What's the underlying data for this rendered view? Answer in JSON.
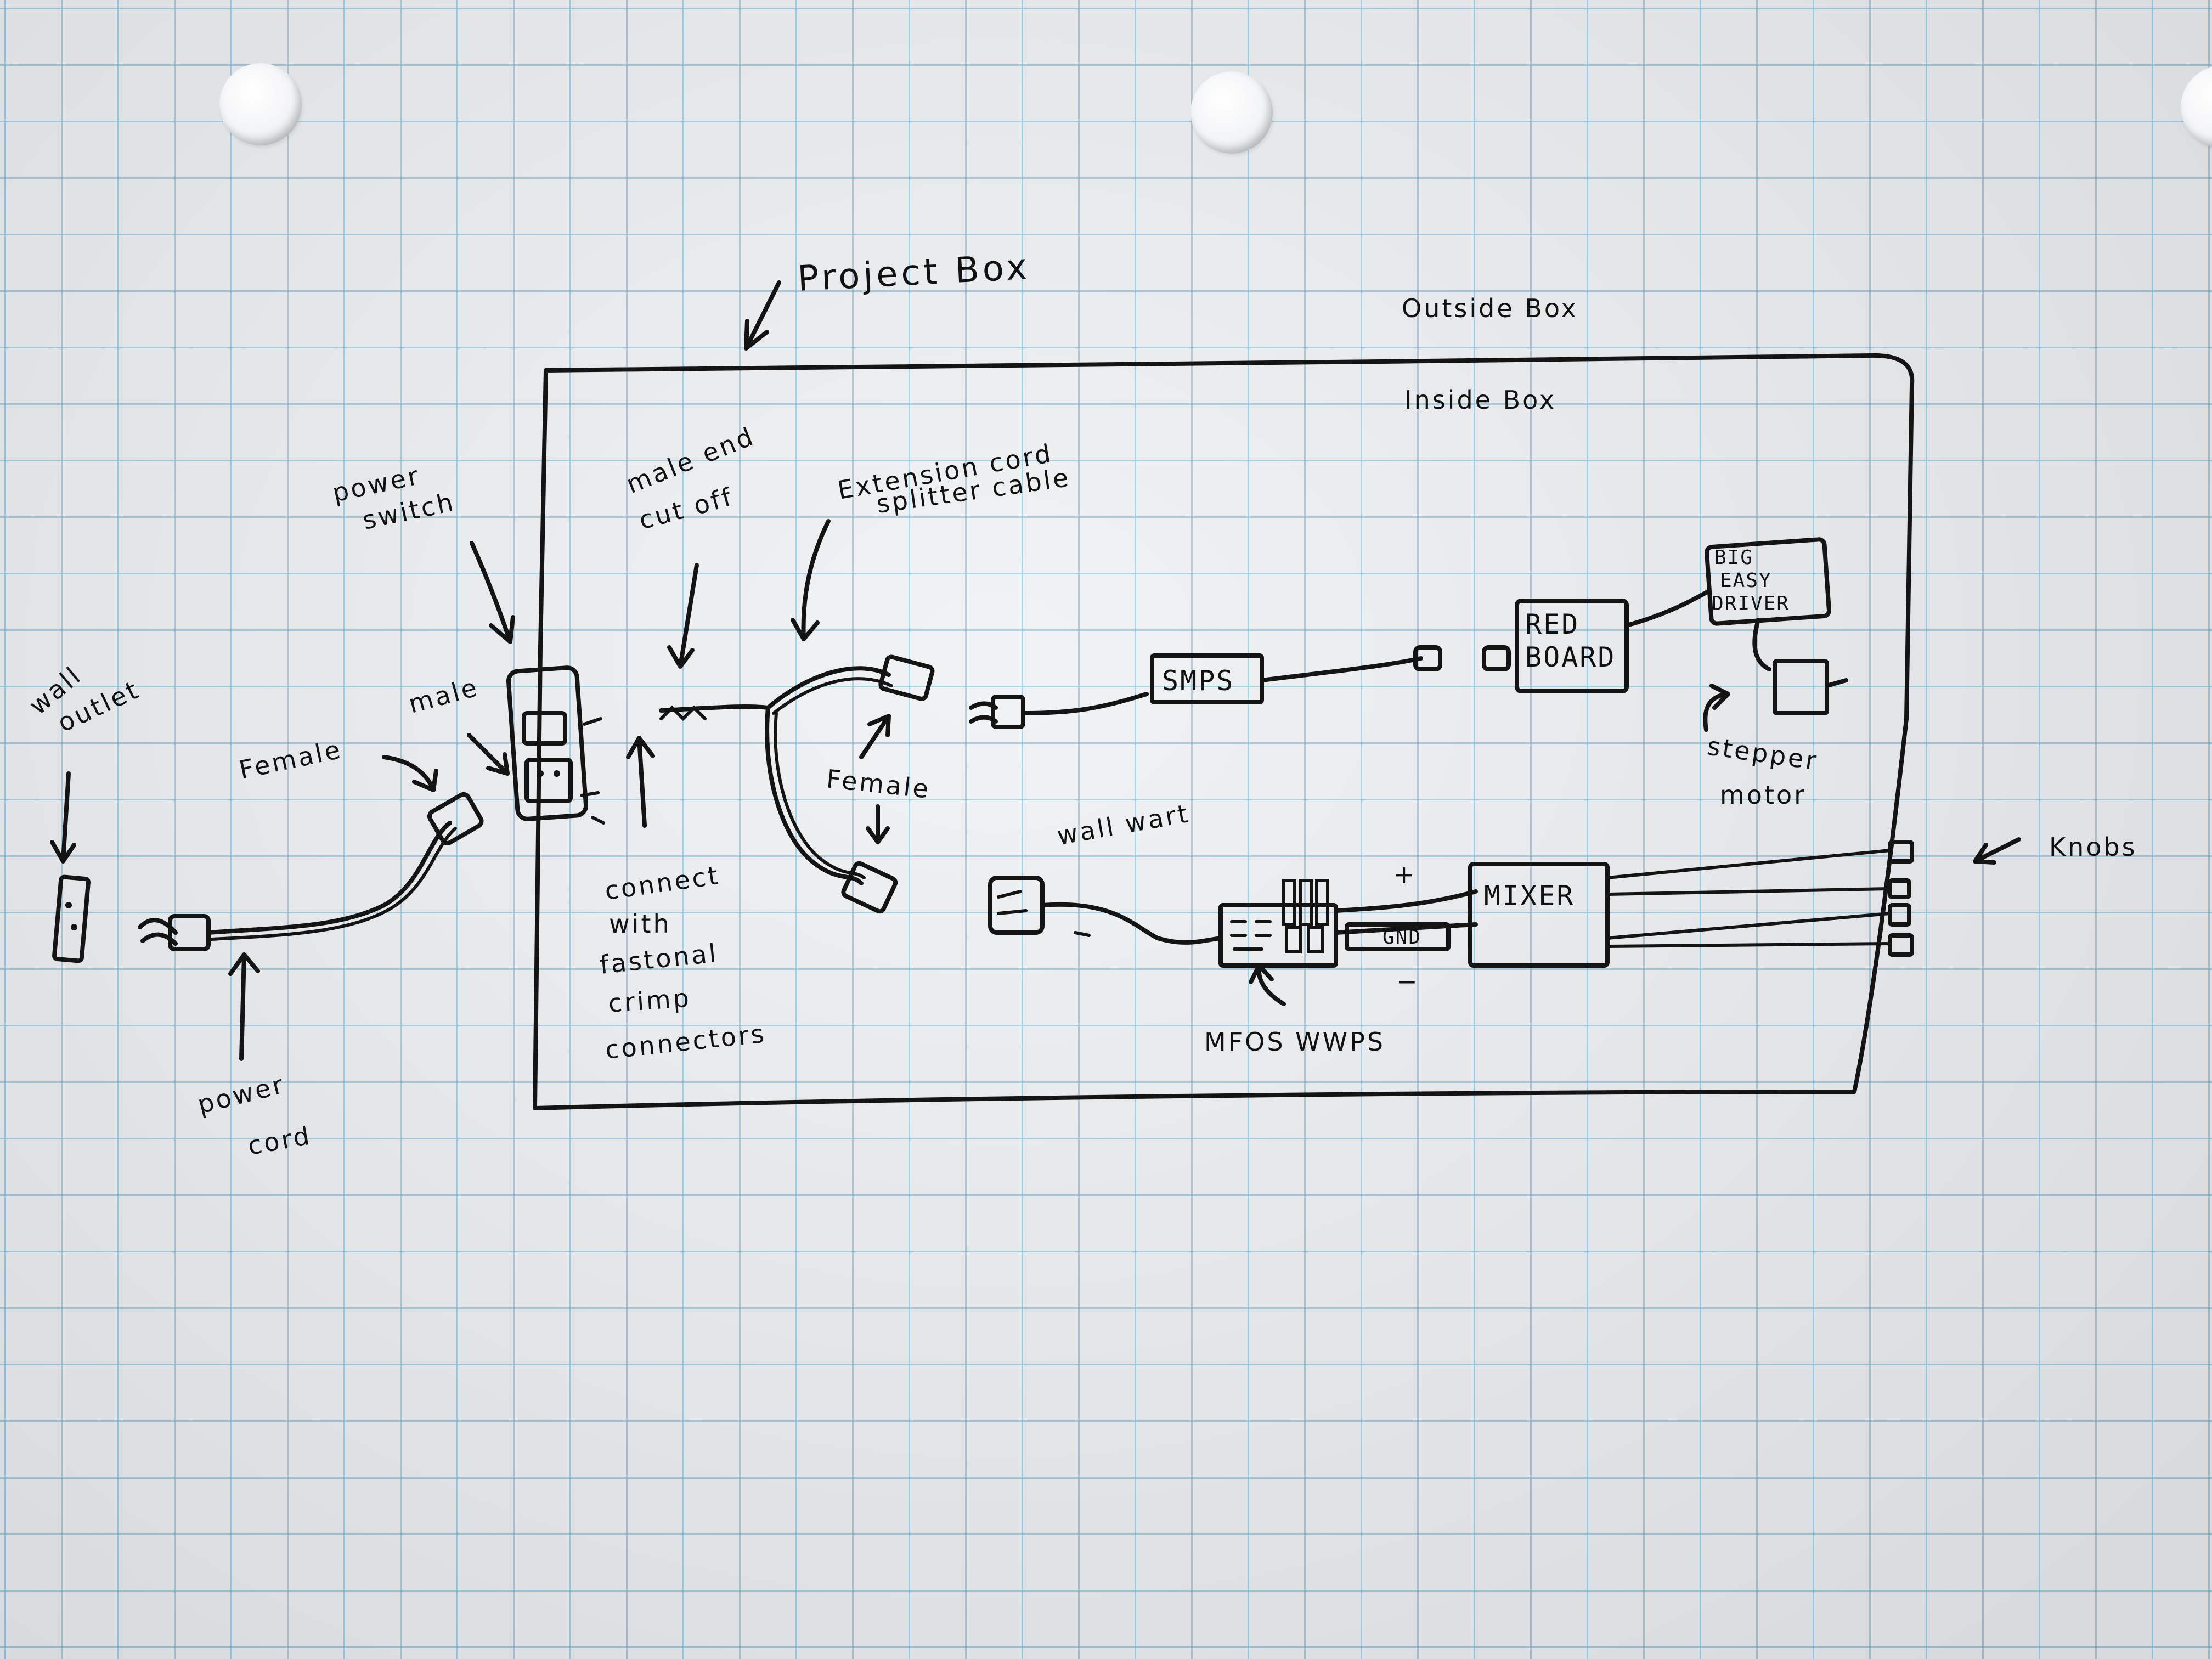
{
  "labels": {
    "project_box": "Project Box",
    "outside_box": "Outside Box",
    "inside_box": "Inside Box",
    "power_switch_1": "power",
    "power_switch_2": "switch",
    "male_end_1": "male end",
    "male_end_2": "cut off",
    "extension_1": "Extension cord",
    "extension_2": "splitter cable",
    "wall_outlet_1": "wall",
    "wall_outlet_2": "outlet",
    "female_left": "Female",
    "male_switch": "male",
    "female_splitter": "Female",
    "connect_1": "connect",
    "connect_2": "with",
    "connect_3": "fastonal",
    "connect_4": "crimp",
    "connect_5": "connectors",
    "power_cord_1": "power",
    "power_cord_2": "cord",
    "wall_wart": "wall wart",
    "mfos": "MFOS WWPS",
    "knobs": "Knobs",
    "stepper_1": "stepper",
    "stepper_2": "motor"
  },
  "components": {
    "smps": "SMPS",
    "red_board_1": "RED",
    "red_board_2": "BOARD",
    "big_easy_1": "BIG",
    "big_easy_2": "EASY",
    "big_easy_3": "DRIVER",
    "mixer": "MIXER",
    "gnd": "GND",
    "plus": "+",
    "minus": "−"
  }
}
